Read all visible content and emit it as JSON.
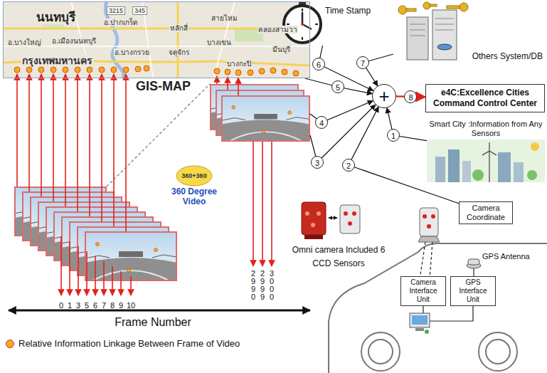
{
  "diagram": {
    "nodes": [
      {
        "text": [
          "GIS-MAP"
        ]
      },
      {
        "text": [
          "Time Stamp"
        ]
      },
      {
        "text": [
          "Others System/DB"
        ]
      },
      {
        "text": [
          "+"
        ]
      },
      {
        "text": [
          "e4C:Excellence Cities Command Control Center"
        ]
      },
      {
        "text": [
          "Smart City :Information from Any Sensors"
        ]
      },
      {
        "text": [
          "360+360",
          "360 Degree Video"
        ]
      },
      {
        "text": [
          "Camera Coordinate"
        ]
      },
      {
        "text": [
          "Camera Interface Unit"
        ]
      },
      {
        "text": [
          "GPS Interface Unit"
        ]
      }
    ],
    "edges": [
      {
        "from": 5,
        "to": 3,
        "label": "1",
        "arrow": "to"
      },
      {
        "from": 7,
        "to": 3,
        "label": "2",
        "arrow": "to"
      },
      {
        "from": 0,
        "to": 3,
        "label": "5",
        "arrow": "to"
      },
      {
        "from": 1,
        "to": 3,
        "label": "6",
        "arrow": "to"
      },
      {
        "from": 2,
        "to": 3,
        "label": "7",
        "arrow": "to"
      },
      {
        "from": 3,
        "to": 4,
        "label": "8",
        "arrow": "to"
      }
    ],
    "labels": [
      "3215",
      "345",
      "นนทบุรี",
      "อ.ปากเกร็ด",
      "หลักสี่",
      "สายไหม",
      "คลองสามวา",
      "อ.บางใหญ่",
      "อ.เมืองนนทบุรี",
      "บางเขน",
      "จตุจักร",
      "อ.บางกรวย",
      "มีนบุรี",
      "บางกะปิ",
      "กรุงเทพมหานคร",
      "3",
      "4",
      "Omni camera Included 6 CCD Sensors",
      "GPS Antenna",
      "Frame Number",
      "0",
      "1",
      "3",
      "5",
      "6",
      "7",
      "8",
      "9",
      "10",
      "2990",
      "2999",
      "3000"
    ],
    "legend": [
      {
        "text": "Relative Information Linkage Between Frame of Video",
        "color": "#f7a823"
      }
    ]
  }
}
